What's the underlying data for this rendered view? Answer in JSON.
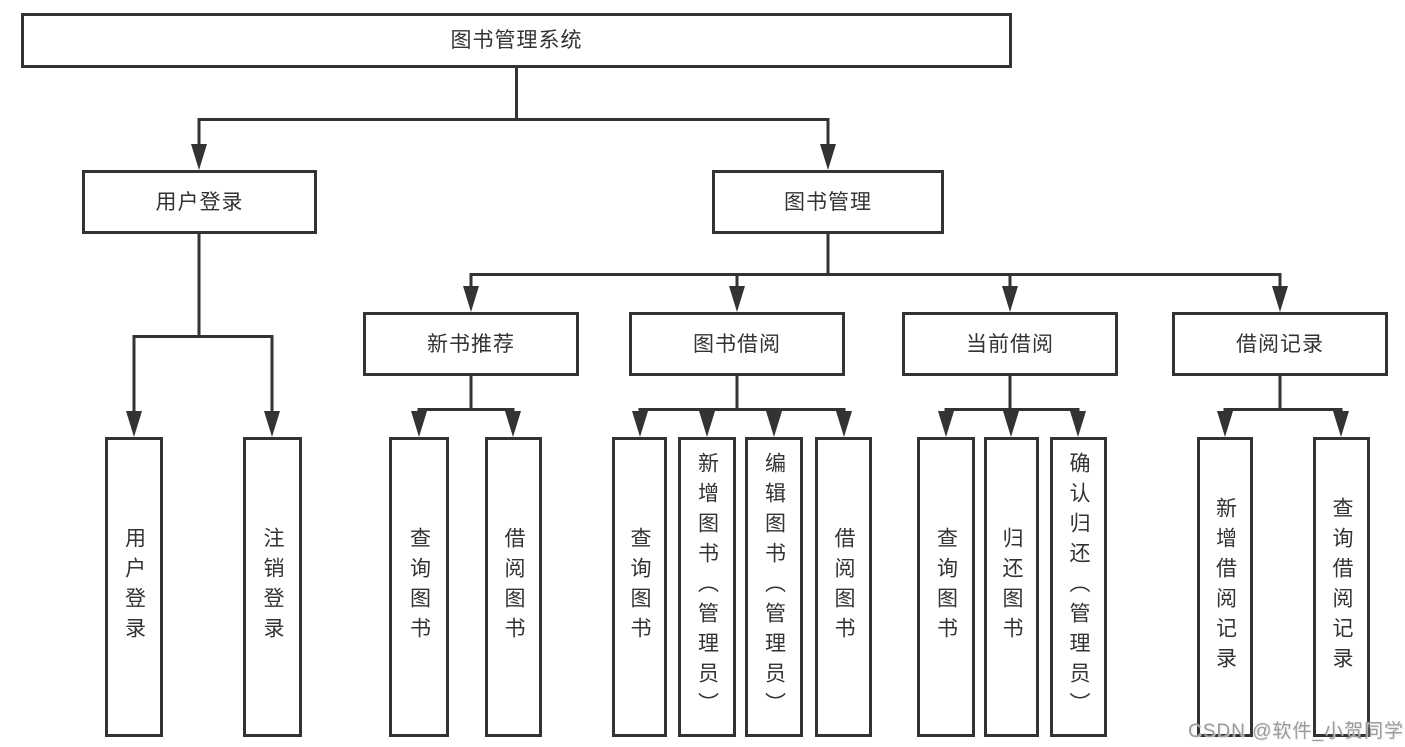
{
  "nodes": {
    "root": "图书管理系统",
    "user_login": "用户登录",
    "book_management": "图书管理",
    "new_book_recommend": "新书推荐",
    "book_borrow": "图书借阅",
    "current_borrow": "当前借阅",
    "borrow_records": "借阅记录",
    "leaf_user_login": "用户登录",
    "leaf_logout": "注销登录",
    "leaf_query_books_1": "查询图书",
    "leaf_borrow_books_1": "借阅图书",
    "leaf_query_books_2": "查询图书",
    "leaf_add_book_admin": "新增图书（管理员）",
    "leaf_edit_book_admin": "编辑图书（管理员）",
    "leaf_borrow_books_2": "借阅图书",
    "leaf_query_books_3": "查询图书",
    "leaf_return_book": "归还图书",
    "leaf_confirm_return_admin": "确认归还（管理员）",
    "leaf_add_borrow_record": "新增借阅记录",
    "leaf_query_borrow_record": "查询借阅记录"
  },
  "hierarchy": {
    "图书管理系统": {
      "用户登录": [
        "用户登录",
        "注销登录"
      ],
      "图书管理": {
        "新书推荐": [
          "查询图书",
          "借阅图书"
        ],
        "图书借阅": [
          "查询图书",
          "新增图书（管理员）",
          "编辑图书（管理员）",
          "借阅图书"
        ],
        "当前借阅": [
          "查询图书",
          "归还图书",
          "确认归还（管理员）"
        ],
        "借阅记录": [
          "新增借阅记录",
          "查询借阅记录"
        ]
      }
    }
  },
  "colors": {
    "line": "#333333",
    "text": "#333333",
    "box_fill": "#ffffff",
    "watermark": "#9b9b9b"
  },
  "watermark": "CSDN @软件_小贺同学"
}
